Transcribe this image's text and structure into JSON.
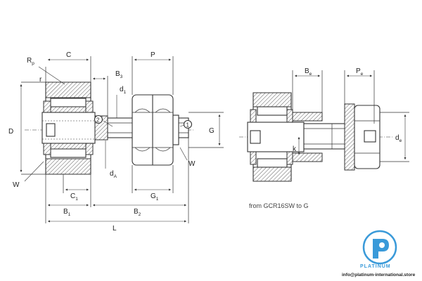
{
  "left_view": {
    "labels": {
      "Rp": {
        "main": "R",
        "sub": "p"
      },
      "C": {
        "main": "C"
      },
      "B3": {
        "main": "B",
        "sub": "3"
      },
      "P": {
        "main": "P"
      },
      "r": {
        "main": "r"
      },
      "d1": {
        "main": "d",
        "sub": "1"
      },
      "D": {
        "main": "D"
      },
      "G": {
        "main": "G"
      },
      "W_left": {
        "main": "W"
      },
      "dA": {
        "main": "d",
        "sub": "A"
      },
      "W_right": {
        "main": "W"
      },
      "C1": {
        "main": "C",
        "sub": "1"
      },
      "G1": {
        "main": "G",
        "sub": "1"
      },
      "B1": {
        "main": "B",
        "sub": "1"
      },
      "B2": {
        "main": "B",
        "sub": "2"
      },
      "L": {
        "main": "L"
      }
    },
    "callouts": {
      "one": "1",
      "two": "2"
    }
  },
  "right_view": {
    "labels": {
      "Be": {
        "main": "B",
        "sub": "e"
      },
      "Pe": {
        "main": "P",
        "sub": "e"
      },
      "k": {
        "main": "k"
      },
      "de": {
        "main": "d",
        "sub": "e"
      }
    },
    "caption": "from GCR16SW to G"
  },
  "branding": {
    "logo_text": "PLATINUM",
    "website": "info@platinum-international.store",
    "accent": "#3a9ad9"
  }
}
